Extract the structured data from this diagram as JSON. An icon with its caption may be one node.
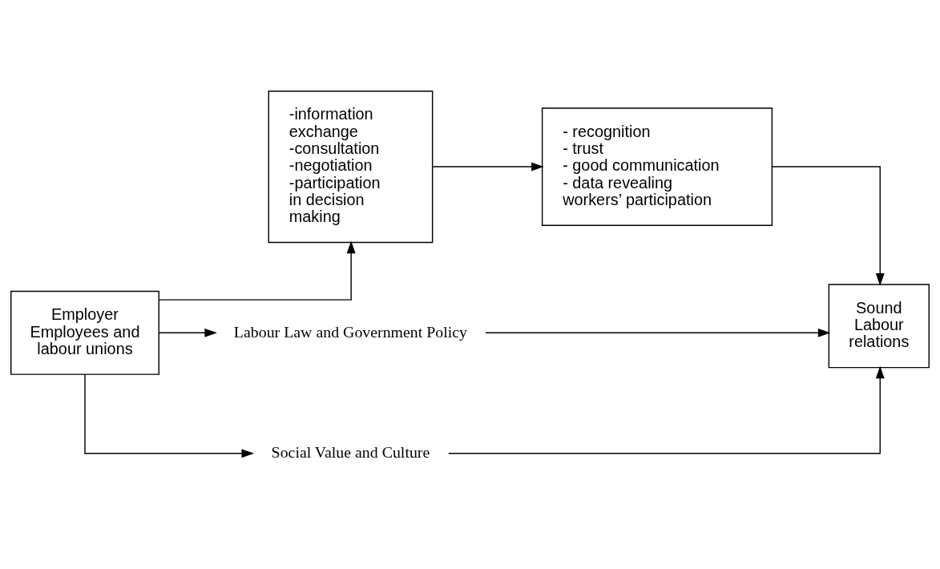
{
  "diagram": {
    "nodes": [
      {
        "text": [
          "Employer Employees and labour unions"
        ]
      },
      {
        "text": [
          "-information exchange",
          "-consultation",
          "-negotiation",
          "-participation in decision making"
        ]
      },
      {
        "text": [
          "- recognition",
          "- trust",
          "- good communication",
          "- data revealing workers’ participation"
        ]
      },
      {
        "text": [
          "Sound Labour relations"
        ]
      },
      {
        "text": [
          "Labour Law and Government Policy"
        ]
      },
      {
        "text": [
          "Social Value and Culture"
        ]
      }
    ],
    "edges": [
      {
        "from": 0,
        "to": 4,
        "arrow": "to"
      },
      {
        "from": 4,
        "to": 3,
        "arrow": "to"
      },
      {
        "from": 0,
        "to": 1,
        "arrow": "to"
      },
      {
        "from": 1,
        "to": 2,
        "arrow": "to"
      },
      {
        "from": 2,
        "to": 3,
        "arrow": "to"
      },
      {
        "from": 0,
        "to": 5,
        "arrow": "to"
      },
      {
        "from": 5,
        "to": 3,
        "arrow": "to"
      }
    ]
  }
}
